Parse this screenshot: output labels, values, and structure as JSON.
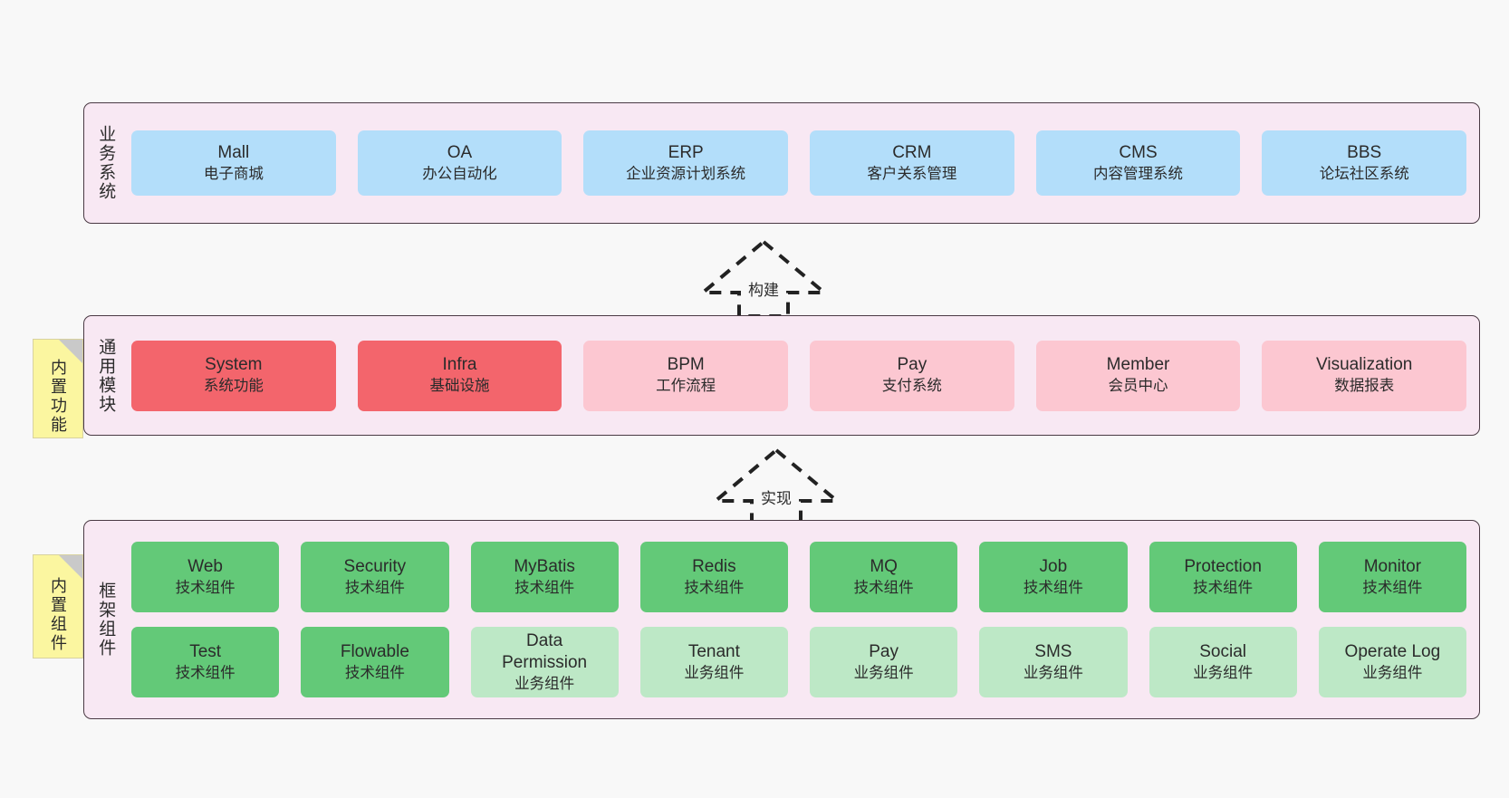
{
  "diagram": {
    "background_color": "#f8f8f8",
    "layer_fill": "#f8e8f3",
    "layer_border": "#4a3a44",
    "note_fill": "#fbf6a0"
  },
  "layers": [
    {
      "id": "business-system",
      "title": "业务系统",
      "rows": [
        {
          "cards": [
            {
              "en": "Mall",
              "cn": "电子商城",
              "color": "#b3defa",
              "tone": "blue"
            },
            {
              "en": "OA",
              "cn": "办公自动化",
              "color": "#b3defa",
              "tone": "blue"
            },
            {
              "en": "ERP",
              "cn": "企业资源计划系统",
              "color": "#b3defa",
              "tone": "blue"
            },
            {
              "en": "CRM",
              "cn": "客户关系管理",
              "color": "#b3defa",
              "tone": "blue"
            },
            {
              "en": "CMS",
              "cn": "内容管理系统",
              "color": "#b3defa",
              "tone": "blue"
            },
            {
              "en": "BBS",
              "cn": "论坛社区系统",
              "color": "#b3defa",
              "tone": "blue"
            }
          ]
        }
      ]
    },
    {
      "id": "common-module",
      "title": "通用模块",
      "note": "内置功能",
      "rows": [
        {
          "cards": [
            {
              "en": "System",
              "cn": "系统功能",
              "color": "#f3656c",
              "tone": "red"
            },
            {
              "en": "Infra",
              "cn": "基础设施",
              "color": "#f3656c",
              "tone": "red"
            },
            {
              "en": "BPM",
              "cn": "工作流程",
              "color": "#fcc7d1",
              "tone": "pink"
            },
            {
              "en": "Pay",
              "cn": "支付系统",
              "color": "#fcc7d1",
              "tone": "pink"
            },
            {
              "en": "Member",
              "cn": "会员中心",
              "color": "#fcc7d1",
              "tone": "pink"
            },
            {
              "en": "Visualization",
              "cn": "数据报表",
              "color": "#fcc7d1",
              "tone": "pink"
            }
          ]
        }
      ]
    },
    {
      "id": "framework-component",
      "title": "框架组件",
      "note": "内置组件",
      "rows": [
        {
          "cards": [
            {
              "en": "Web",
              "cn": "技术组件",
              "color": "#63c978",
              "tone": "green"
            },
            {
              "en": "Security",
              "cn": "技术组件",
              "color": "#63c978",
              "tone": "green"
            },
            {
              "en": "MyBatis",
              "cn": "技术组件",
              "color": "#63c978",
              "tone": "green"
            },
            {
              "en": "Redis",
              "cn": "技术组件",
              "color": "#63c978",
              "tone": "green"
            },
            {
              "en": "MQ",
              "cn": "技术组件",
              "color": "#63c978",
              "tone": "green"
            },
            {
              "en": "Job",
              "cn": "技术组件",
              "color": "#63c978",
              "tone": "green"
            },
            {
              "en": "Protection",
              "cn": "技术组件",
              "color": "#63c978",
              "tone": "green"
            },
            {
              "en": "Monitor",
              "cn": "技术组件",
              "color": "#63c978",
              "tone": "green"
            }
          ]
        },
        {
          "cards": [
            {
              "en": "Test",
              "cn": "技术组件",
              "color": "#63c978",
              "tone": "green"
            },
            {
              "en": "Flowable",
              "cn": "技术组件",
              "color": "#63c978",
              "tone": "green"
            },
            {
              "en": "Data Permission",
              "cn": "业务组件",
              "color": "#bde8c6",
              "tone": "lightgreen"
            },
            {
              "en": "Tenant",
              "cn": "业务组件",
              "color": "#bde8c6",
              "tone": "lightgreen"
            },
            {
              "en": "Pay",
              "cn": "业务组件",
              "color": "#bde8c6",
              "tone": "lightgreen"
            },
            {
              "en": "SMS",
              "cn": "业务组件",
              "color": "#bde8c6",
              "tone": "lightgreen"
            },
            {
              "en": "Social",
              "cn": "业务组件",
              "color": "#bde8c6",
              "tone": "lightgreen"
            },
            {
              "en": "Operate Log",
              "cn": "业务组件",
              "color": "#bde8c6",
              "tone": "lightgreen"
            }
          ]
        }
      ]
    }
  ],
  "connectors": [
    {
      "id": "build",
      "label": "构建"
    },
    {
      "id": "implement",
      "label": "实现"
    }
  ]
}
